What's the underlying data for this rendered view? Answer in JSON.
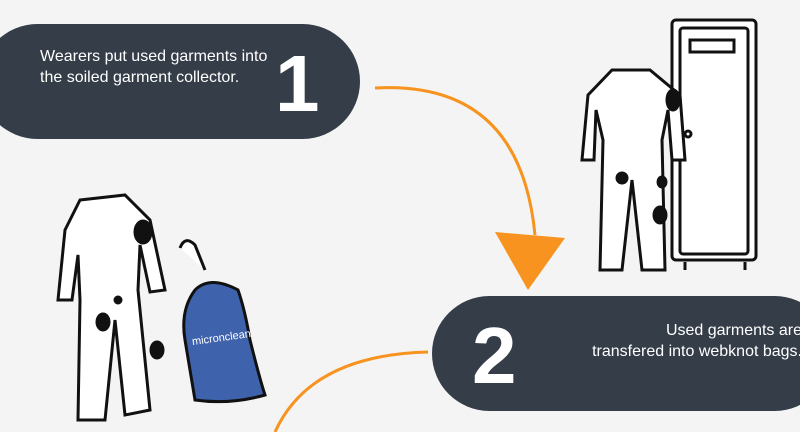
{
  "steps": [
    {
      "number": "1",
      "text": "Wearers put used garments into the soiled garment collector."
    },
    {
      "number": "2",
      "text": "Used garments are transfered into webknot bags."
    }
  ],
  "bag_logo": "micronclean",
  "colors": {
    "pill": "#353d48",
    "arrow": "#f7931e",
    "bag": "#3f62ad"
  }
}
